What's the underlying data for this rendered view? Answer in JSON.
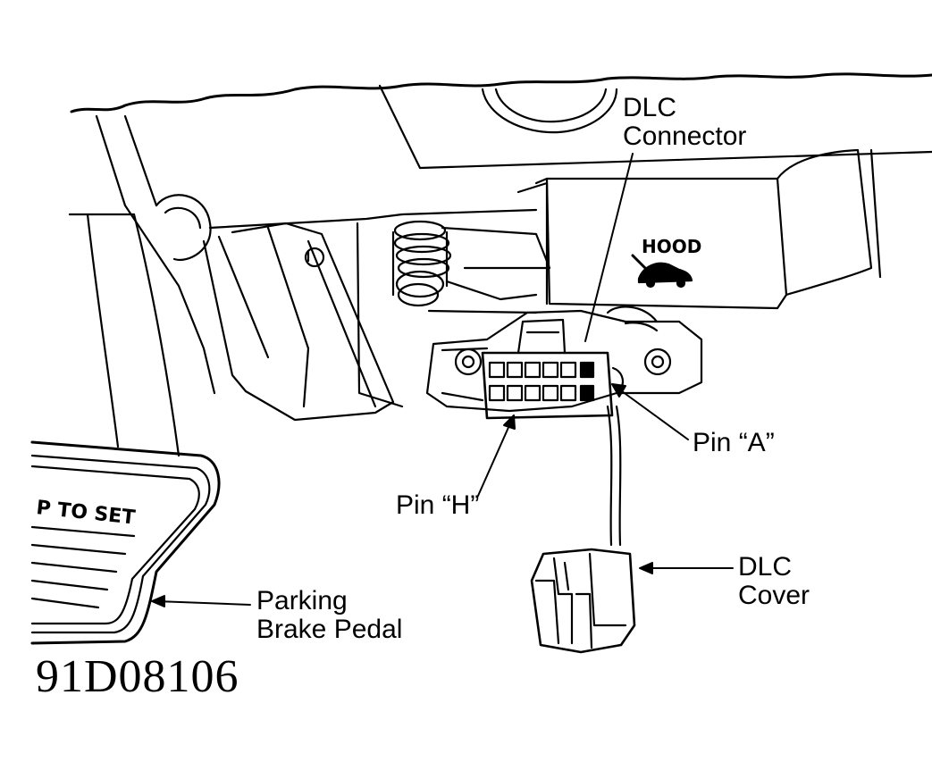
{
  "labels": {
    "dlc_connector": [
      "DLC",
      "Connector"
    ],
    "pin_a": "Pin “A”",
    "pin_h": "Pin “H”",
    "dlc_cover": [
      "DLC",
      "Cover"
    ],
    "parking_brake": [
      "Parking",
      "Brake Pedal"
    ]
  },
  "embossed_text": {
    "hood_label": "HOOD",
    "pedal_text": "P TO SET"
  },
  "figure_id": "91D08106",
  "colors": {
    "ink": "#000000",
    "paper": "#ffffff"
  }
}
